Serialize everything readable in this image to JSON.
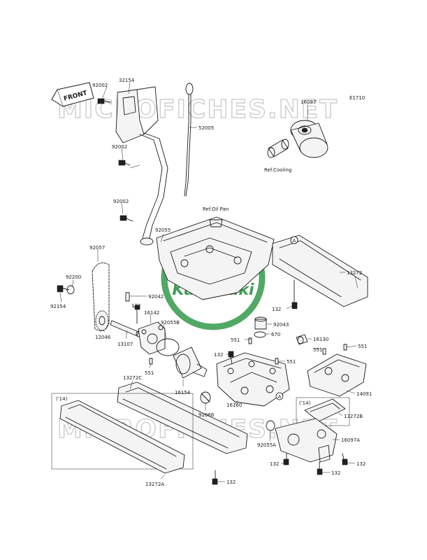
{
  "diagram": {
    "code": "E1710",
    "watermark_text": "MICROFICHES.NET",
    "brand_logo_text": "Kawasaki",
    "front_label": "FRONT",
    "notes": {
      "ref_cooling": "Ref.Cooling",
      "ref_oil_pan": "Ref.Oil Pan",
      "variant_14": "('14)",
      "variant_14b": "('14)",
      "callout_a1": "A",
      "callout_a2": "A"
    },
    "labels": {
      "l92002a": "92002",
      "l32154": "32154",
      "l16097": "16097",
      "l52005": "52005",
      "l92002b": "92002",
      "l92002c": "92002",
      "l92055": "92055",
      "l92057": "92057",
      "l13272": "13272",
      "l92200": "92200",
      "l92154": "92154",
      "l92042": "92042",
      "l132a": "132",
      "l16142": "16142",
      "l92055B": "92055B",
      "l132b": "132",
      "l92043": "92043",
      "l12046": "12046",
      "l13107": "13107",
      "l670": "670",
      "l16130": "16130",
      "l551a": "551",
      "l551b": "551",
      "l551c": "551",
      "l551d": "551",
      "l132c": "132",
      "l551e": "551",
      "l13272C": "13272C",
      "l16154": "16154",
      "l14091": "14091",
      "l16160": "16160",
      "l92066": "92066",
      "l13272B": "13272B",
      "l92055A": "92055A",
      "l16097A": "16097A",
      "l132d": "132",
      "l132e": "132",
      "l132f": "132",
      "l132g": "132",
      "l13272A": "13272A"
    }
  },
  "colors": {
    "watermark_stroke": "#c9c9c9",
    "logo_green": "#3f9e54",
    "line": "#1a1a1a"
  }
}
